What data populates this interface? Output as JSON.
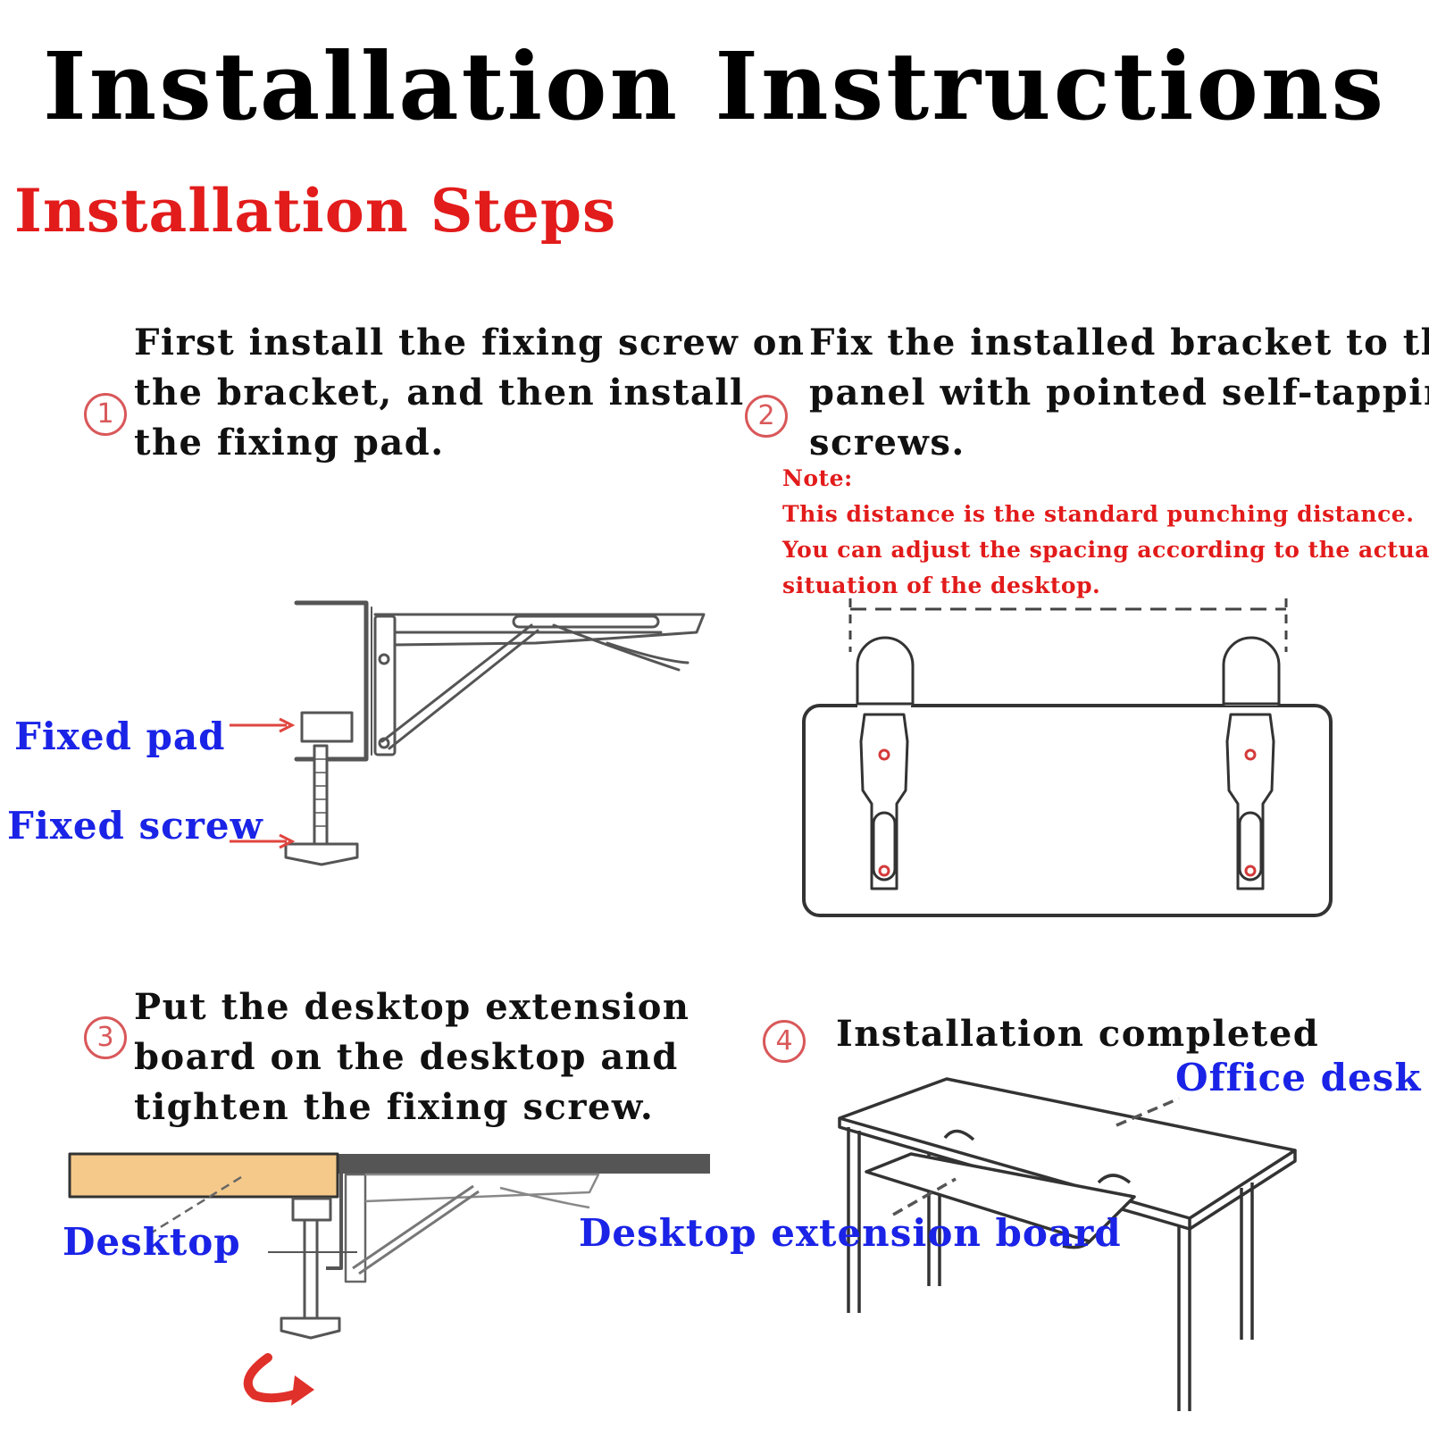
{
  "title": "Installation Instructions",
  "subtitle": "Installation Steps",
  "steps": [
    {
      "number": "1",
      "lines": [
        "First install the fixing screw on",
        "the bracket, and then install",
        "the fixing pad."
      ]
    },
    {
      "number": "2",
      "lines": [
        "Fix the installed bracket to the",
        "panel with pointed self-tapping",
        "screws."
      ]
    },
    {
      "number": "3",
      "lines": [
        "Put the desktop extension",
        "board on the desktop and",
        "tighten the fixing screw."
      ]
    },
    {
      "number": "4",
      "lines": [
        "Installation completed"
      ]
    }
  ],
  "note": {
    "heading": "Note:",
    "lines": [
      "This distance is the standard punching distance.",
      "You can adjust the spacing according to the actual",
      "situation of the desktop."
    ]
  },
  "labels": {
    "fixed_pad": "Fixed pad",
    "fixed_screw": "Fixed screw",
    "desktop": "Desktop",
    "desktop_extension_board": "Desktop extension board",
    "office_desk": "Office desk"
  },
  "colors": {
    "title": "#000000",
    "accent_red": "#e21b1b",
    "label_blue": "#1a23e6",
    "step_number": "#d9585a",
    "wood": "#f4c98a"
  }
}
